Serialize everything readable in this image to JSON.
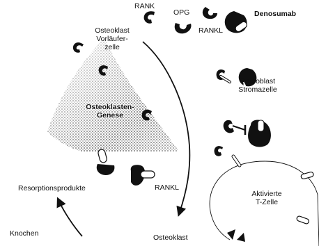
{
  "labels": {
    "rank": "RANK",
    "opg": "OPG",
    "denosumab": "Denosumab",
    "rankl_top": "RANKL",
    "osteoklast_vorlaeufer": [
      "Osteoklast",
      "Vorläufer-",
      "zelle"
    ],
    "osteoblast_stroma": [
      "Osteoblast",
      "Stromazelle"
    ],
    "osteoklasten_genese": [
      "Osteoklasten-",
      "Genese"
    ],
    "resorptionsprodukte": "Resorptionsprodukte",
    "rankl_bottom": "RANKL",
    "aktivierte_t_zelle": [
      "Aktivierte",
      "T-Zelle"
    ],
    "knochen": "Knochen",
    "osteoklast": "Osteoklast"
  },
  "colors": {
    "ink": "#111111",
    "receptor_fill": "#ffffff",
    "background": "#ffffff"
  }
}
